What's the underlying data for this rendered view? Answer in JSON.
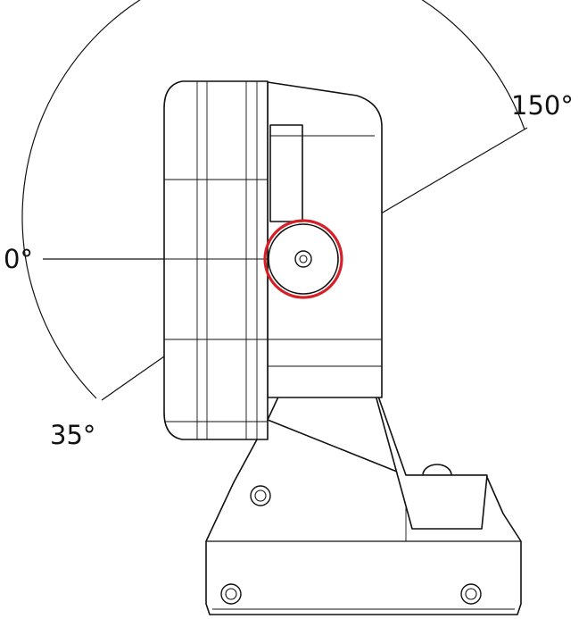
{
  "diagram": {
    "angle_labels": {
      "zero": "0°",
      "tilt_back": "35°",
      "tilt_forward": "150°"
    },
    "colors": {
      "pivot_highlight": "#d62027",
      "line": "#111111",
      "background": "#ffffff"
    }
  }
}
